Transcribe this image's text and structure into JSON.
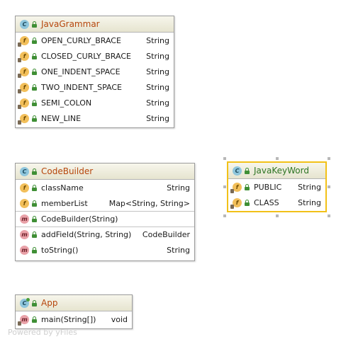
{
  "watermark": "Powered by yFiles",
  "nodes": {
    "java_grammar": {
      "title": "JavaGrammar",
      "fields": [
        {
          "name": "OPEN_CURLY_BRACE",
          "type": "String"
        },
        {
          "name": "CLOSED_CURLY_BRACE",
          "type": "String"
        },
        {
          "name": "ONE_INDENT_SPACE",
          "type": "String"
        },
        {
          "name": "TWO_INDENT_SPACE",
          "type": "String"
        },
        {
          "name": "SEMI_COLON",
          "type": "String"
        },
        {
          "name": "NEW_LINE",
          "type": "String"
        }
      ]
    },
    "code_builder": {
      "title": "CodeBuilder",
      "fields": [
        {
          "name": "className",
          "type": "String"
        },
        {
          "name": "memberList",
          "type": "Map<String, String>"
        }
      ],
      "constructors": [
        {
          "name": "CodeBuilder(String)",
          "type": ""
        }
      ],
      "methods": [
        {
          "name": "addField(String, String)",
          "type": "CodeBuilder"
        },
        {
          "name": "toString()",
          "type": "String"
        }
      ]
    },
    "java_key_word": {
      "title": "JavaKeyWord",
      "fields": [
        {
          "name": "PUBLIC",
          "type": "String"
        },
        {
          "name": "CLASS",
          "type": "String"
        }
      ]
    },
    "app": {
      "title": "App",
      "methods": [
        {
          "name": "main(String[])",
          "type": "void"
        }
      ]
    }
  },
  "icon_letters": {
    "class": "C",
    "field": "f",
    "method": "m"
  },
  "colors": {
    "selection_border": "#f2c118",
    "class_title_orange": "#b6460c",
    "enum_title_green": "#2d7422",
    "class_icon": "#8fc6dc",
    "field_icon": "#f2bf5a",
    "method_icon": "#e9a1a8"
  }
}
